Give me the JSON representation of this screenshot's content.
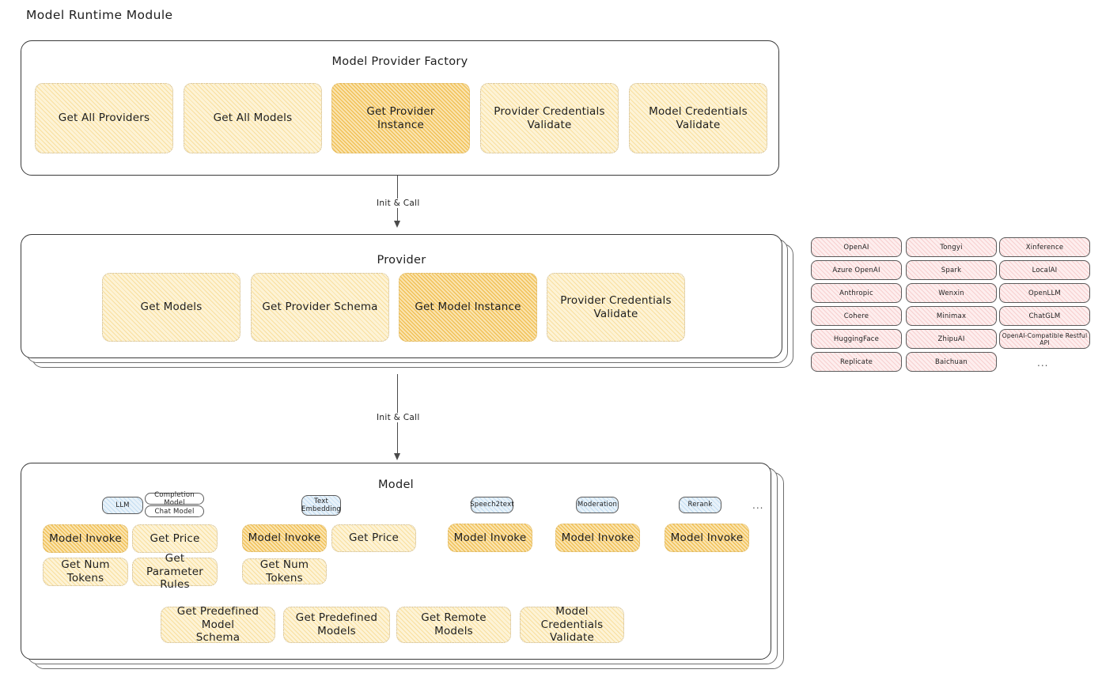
{
  "page": {
    "title": "Model Runtime Module"
  },
  "colors": {
    "node_fill": "#fdf3d6",
    "node_fill_highlight": "#fae4b0",
    "node_border": "#cbb994",
    "provider_chip_fill": "#fdeeee",
    "model_type_chip_fill": "#e8f2fa",
    "panel_border": "#3a3a3a",
    "arrow": "#4a4a4a",
    "text": "#1e1e1e"
  },
  "factory": {
    "label": "Model Provider Factory",
    "nodes": [
      {
        "label": "Get All Providers",
        "highlight": false
      },
      {
        "label": "Get All Models",
        "highlight": false
      },
      {
        "label": "Get Provider\nInstance",
        "highlight": true
      },
      {
        "label": "Provider Credentials\nValidate",
        "highlight": false
      },
      {
        "label": "Model Credentials\nValidate",
        "highlight": false
      }
    ]
  },
  "arrows": [
    {
      "label": "Init & Call",
      "from": "Model Provider Factory",
      "to": "Provider"
    },
    {
      "label": "Init & Call",
      "from": "Provider",
      "to": "Model"
    }
  ],
  "provider": {
    "label": "Provider",
    "nodes": [
      {
        "label": "Get Models",
        "highlight": false
      },
      {
        "label": "Get Provider Schema",
        "highlight": false
      },
      {
        "label": "Get Model Instance",
        "highlight": true
      },
      {
        "label": "Provider Credentials\nValidate",
        "highlight": false
      }
    ]
  },
  "provider_list": {
    "columns": [
      [
        "OpenAI",
        "Azure OpenAI",
        "Anthropic",
        "Cohere",
        "HuggingFace",
        "Replicate"
      ],
      [
        "Tongyi",
        "Spark",
        "Wenxin",
        "Minimax",
        "ZhipuAI",
        "Baichuan"
      ],
      [
        "Xinference",
        "LocalAI",
        "OpenLLM",
        "ChatGLM",
        "OpenAI-Compatible Restful API"
      ]
    ],
    "more": "..."
  },
  "model": {
    "label": "Model",
    "more": "...",
    "types": [
      {
        "name": "LLM",
        "sub": [
          "Completion Model",
          "Chat Model"
        ],
        "nodes": [
          {
            "label": "Model Invoke",
            "highlight": true
          },
          {
            "label": "Get Price",
            "highlight": false
          },
          {
            "label": "Get Num Tokens",
            "highlight": false
          },
          {
            "label": "Get Parameter\nRules",
            "highlight": false
          }
        ]
      },
      {
        "name": "Text\nEmbedding",
        "sub": [],
        "nodes": [
          {
            "label": "Model Invoke",
            "highlight": true
          },
          {
            "label": "Get Price",
            "highlight": false
          },
          {
            "label": "Get Num Tokens",
            "highlight": false
          }
        ]
      },
      {
        "name": "Speech2text",
        "sub": [],
        "nodes": [
          {
            "label": "Model Invoke",
            "highlight": true
          }
        ]
      },
      {
        "name": "Moderation",
        "sub": [],
        "nodes": [
          {
            "label": "Model Invoke",
            "highlight": true
          }
        ]
      },
      {
        "name": "Rerank",
        "sub": [],
        "nodes": [
          {
            "label": "Model Invoke",
            "highlight": true
          }
        ]
      }
    ],
    "common_nodes": [
      {
        "label": "Get Predefined Model\nSchema"
      },
      {
        "label": "Get Predefined\nModels"
      },
      {
        "label": "Get Remote Models"
      },
      {
        "label": "Model Credentials\nValidate"
      }
    ]
  }
}
